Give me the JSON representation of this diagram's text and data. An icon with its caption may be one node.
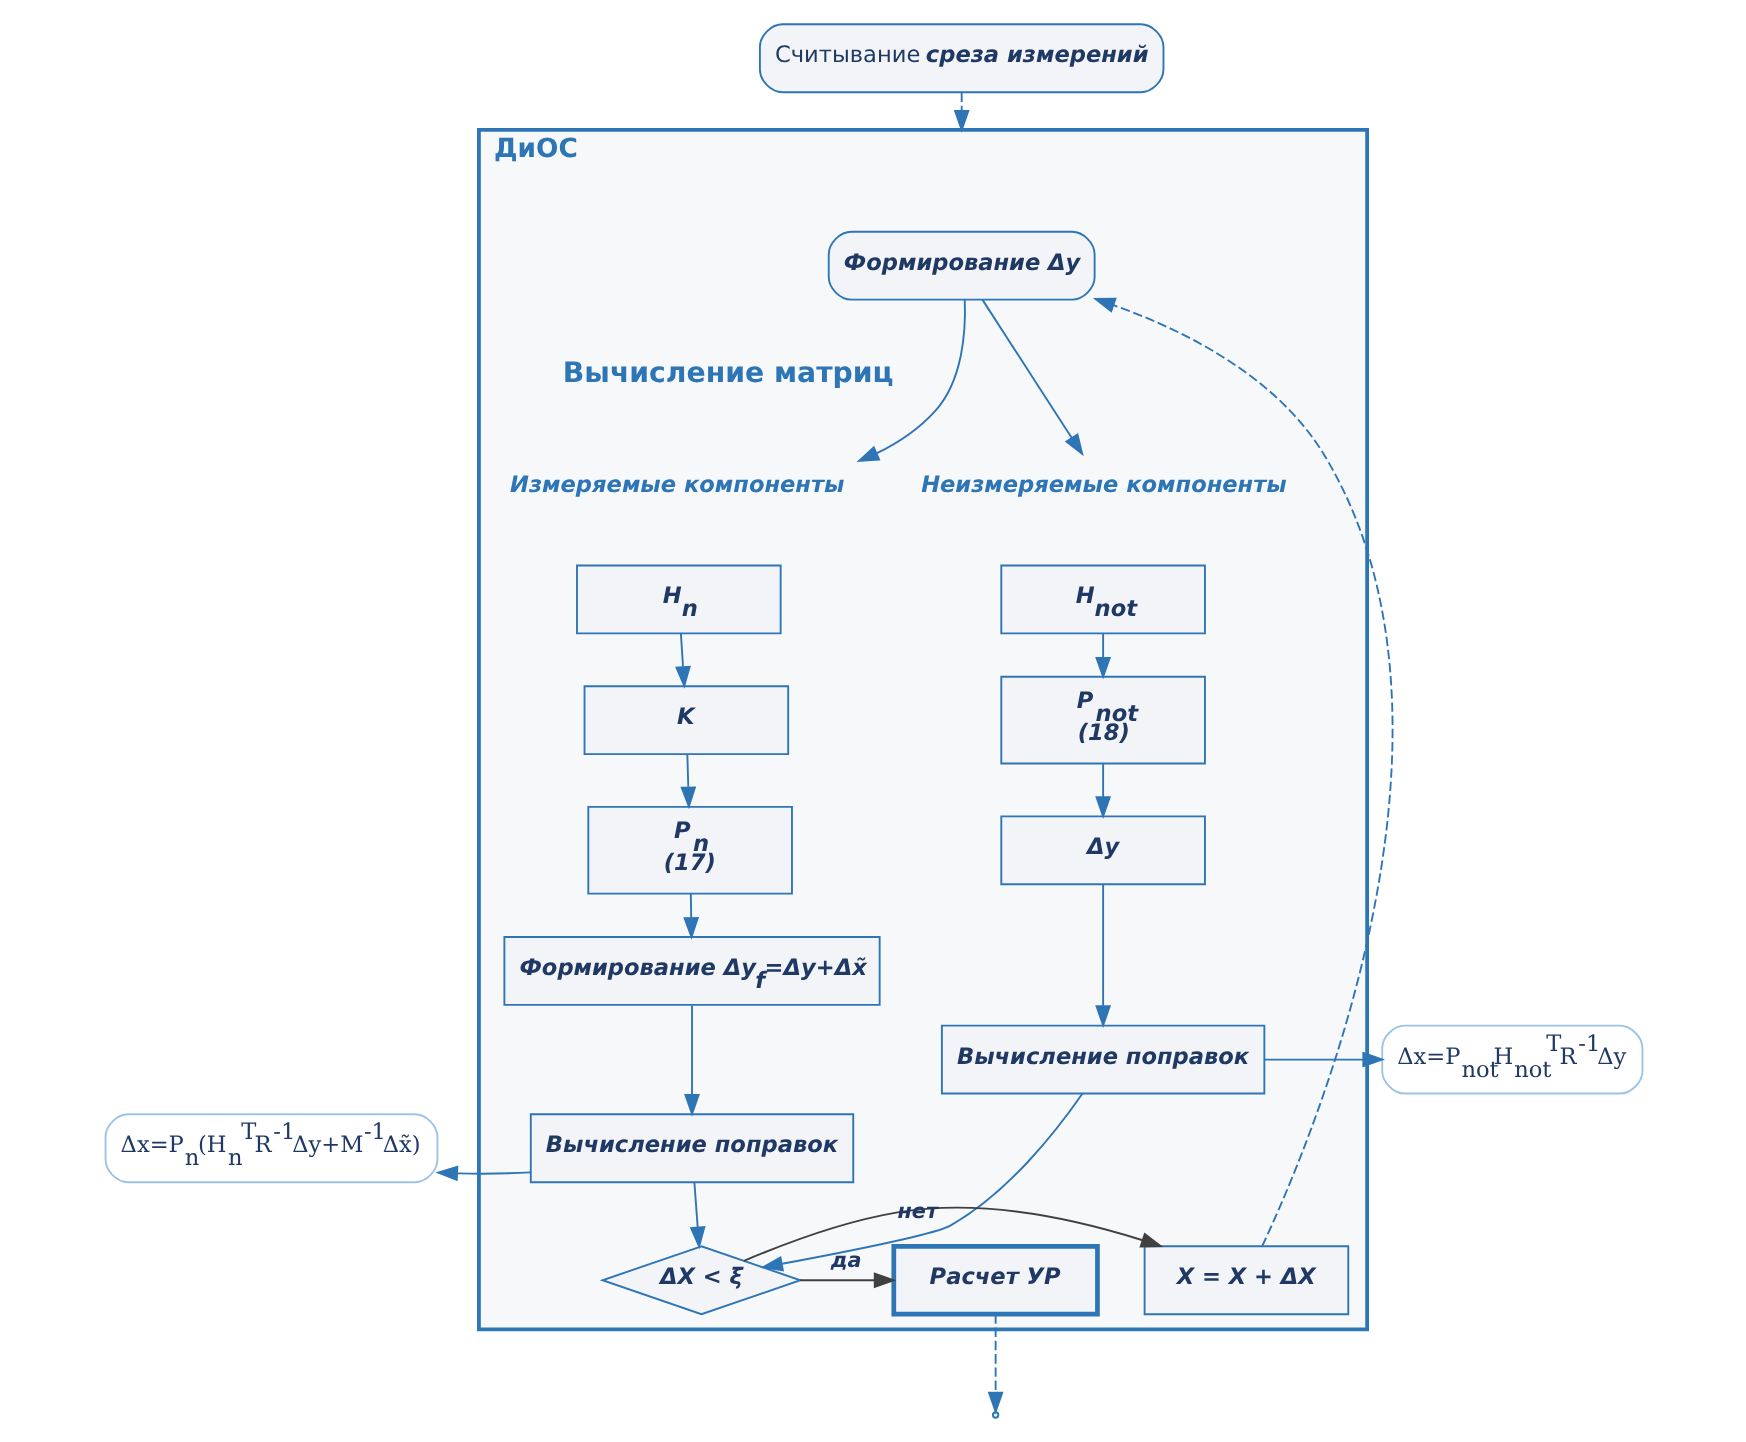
{
  "diagram": {
    "nodes": [
      {
        "text": [
          "Считывание **среза измерений**"
        ]
      },
      {
        "text": [
          "ДиОС"
        ]
      },
      {
        "text": [
          "Формирование Δy"
        ],
        "in": 1
      },
      {
        "text": [
          "Измеряемые компоненты"
        ],
        "in": 1
      },
      {
        "text": [
          "Неизмеряемые компоненты"
        ],
        "in": 1
      },
      {
        "text": [
          "H$_{n}$"
        ],
        "in": 1
      },
      {
        "text": [
          "K"
        ],
        "in": 1
      },
      {
        "text": [
          "P$_{n}$",
          "(17)"
        ],
        "in": 1
      },
      {
        "text": [
          "Формирование Δy$_{f}$=Δy+Δx̃"
        ],
        "in": 1
      },
      {
        "text": [
          "Вычисление поправок"
        ],
        "in": 1
      },
      {
        "text": [
          "H$_{not}$"
        ],
        "in": 1
      },
      {
        "text": [
          "P$_{not}$",
          "(18)"
        ],
        "in": 1
      },
      {
        "text": [
          "Δy"
        ],
        "in": 1
      },
      {
        "text": [
          "Вычисление поправок"
        ],
        "in": 1
      },
      {
        "text": [
          "Δx=P$_{n}$(H$_{n}$$^{T}$R$^{-1}$Δy+M$^{-1}$Δx̃)"
        ]
      },
      {
        "text": [
          "Δx=P$_{not}$H$_{not}$$^{T}$R$^{-1}$Δy"
        ]
      },
      {
        "text": [
          "ΔX < ξ"
        ],
        "in": 1
      },
      {
        "text": [
          "X = X + ΔX"
        ],
        "in": 1
      },
      {
        "text": [
          "Расчет УР"
        ],
        "in": 1
      }
    ],
    "edges": [
      {
        "from": 0,
        "to": 1,
        "arrow": "to",
        "style": "dashed"
      },
      {
        "from": 2,
        "to": 3,
        "arrow": "to"
      },
      {
        "from": 2,
        "to": 4,
        "arrow": "to"
      },
      {
        "from": 5,
        "to": 6,
        "arrow": "to"
      },
      {
        "from": 6,
        "to": 7,
        "arrow": "to"
      },
      {
        "from": 7,
        "to": 8,
        "arrow": "to"
      },
      {
        "from": 8,
        "to": 9,
        "arrow": "to"
      },
      {
        "from": 10,
        "to": 11,
        "arrow": "to"
      },
      {
        "from": 11,
        "to": 12,
        "arrow": "to"
      },
      {
        "from": 12,
        "to": 13,
        "arrow": "to"
      },
      {
        "from": 9,
        "to": 14,
        "arrow": "to"
      },
      {
        "from": 13,
        "to": 15,
        "arrow": "to"
      },
      {
        "from": 9,
        "to": 16,
        "arrow": "to"
      },
      {
        "from": 13,
        "to": 16,
        "arrow": "to"
      },
      {
        "from": 16,
        "to": 17,
        "arrow": "to",
        "label": "нет",
        "color": "#404040"
      },
      {
        "from": 16,
        "to": 18,
        "arrow": "to",
        "label": "да",
        "color": "#404040"
      },
      {
        "from": 17,
        "to": 2,
        "arrow": "to",
        "style": "dashed"
      },
      {
        "from": 18,
        "to": null,
        "arrow": "to",
        "style": "dashed"
      }
    ],
    "labels": [
      "Вычисление матриц"
    ]
  }
}
